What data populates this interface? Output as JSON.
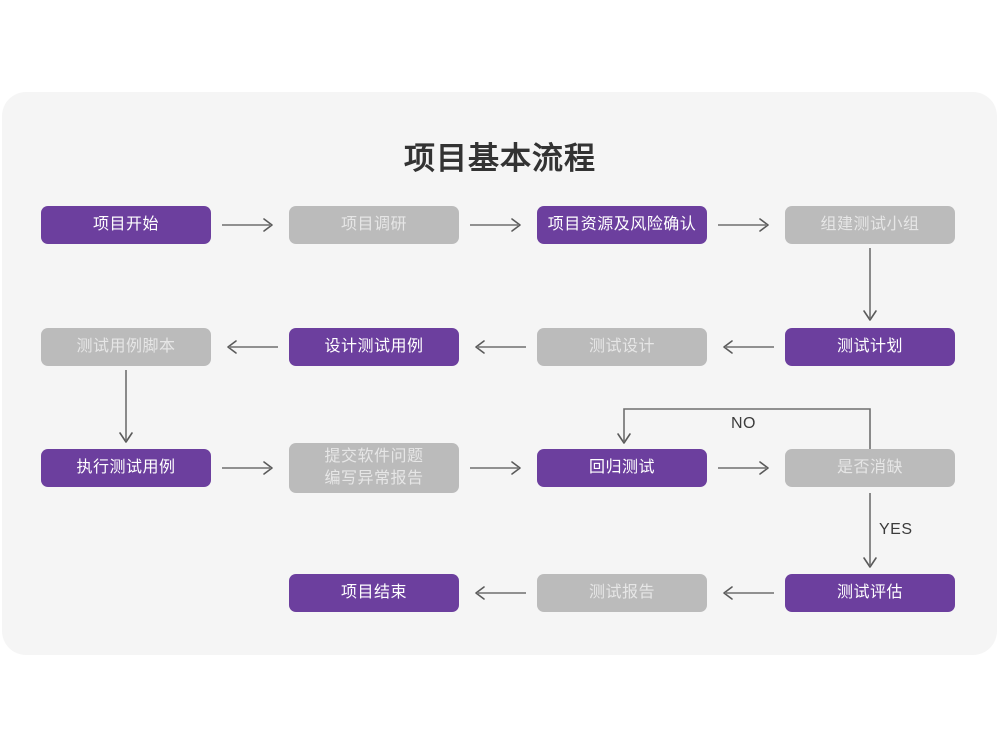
{
  "page": {
    "title": "项目基本流程",
    "background_color": "#ffffff",
    "card_color": "#f5f5f5"
  },
  "colors": {
    "purple": "#6c3f9e",
    "purple_text": "#ffffff",
    "gray": "#bbbbbb",
    "gray_text": "#e6e6e6",
    "line": "#6f6f6f",
    "title_text": "#333333",
    "label_text": "#3c3c3c"
  },
  "chart_data": {
    "type": "diagram",
    "title": "项目基本流程",
    "nodes": [
      {
        "id": "n1",
        "label": "项目开始",
        "style": "purple",
        "row": 1,
        "col": 1
      },
      {
        "id": "n2",
        "label": "项目调研",
        "style": "gray",
        "row": 1,
        "col": 2
      },
      {
        "id": "n3",
        "label": "项目资源及风险确认",
        "style": "purple",
        "row": 1,
        "col": 3
      },
      {
        "id": "n4",
        "label": "组建测试小组",
        "style": "gray",
        "row": 1,
        "col": 4
      },
      {
        "id": "n5",
        "label": "测试用例脚本",
        "style": "gray",
        "row": 2,
        "col": 1
      },
      {
        "id": "n6",
        "label": "设计测试用例",
        "style": "purple",
        "row": 2,
        "col": 2
      },
      {
        "id": "n7",
        "label": "测试设计",
        "style": "gray",
        "row": 2,
        "col": 3
      },
      {
        "id": "n8",
        "label": "测试计划",
        "style": "purple",
        "row": 2,
        "col": 4
      },
      {
        "id": "n9",
        "label": "执行测试用例",
        "style": "purple",
        "row": 3,
        "col": 1
      },
      {
        "id": "n10",
        "label": "提交软件问题\n编写异常报告",
        "style": "gray",
        "row": 3,
        "col": 2
      },
      {
        "id": "n11",
        "label": "回归测试",
        "style": "purple",
        "row": 3,
        "col": 3
      },
      {
        "id": "n12",
        "label": "是否消缺",
        "style": "gray",
        "row": 3,
        "col": 4
      },
      {
        "id": "n13",
        "label": "项目结束",
        "style": "purple",
        "row": 4,
        "col": 2
      },
      {
        "id": "n14",
        "label": "测试报告",
        "style": "gray",
        "row": 4,
        "col": 3
      },
      {
        "id": "n15",
        "label": "测试评估",
        "style": "purple",
        "row": 4,
        "col": 4
      }
    ],
    "edges": [
      {
        "from": "n1",
        "to": "n2",
        "dir": "right",
        "label": ""
      },
      {
        "from": "n2",
        "to": "n3",
        "dir": "right",
        "label": ""
      },
      {
        "from": "n3",
        "to": "n4",
        "dir": "right",
        "label": ""
      },
      {
        "from": "n4",
        "to": "n8",
        "dir": "down",
        "label": ""
      },
      {
        "from": "n8",
        "to": "n7",
        "dir": "left",
        "label": ""
      },
      {
        "from": "n7",
        "to": "n6",
        "dir": "left",
        "label": ""
      },
      {
        "from": "n6",
        "to": "n5",
        "dir": "left",
        "label": ""
      },
      {
        "from": "n5",
        "to": "n9",
        "dir": "down",
        "label": ""
      },
      {
        "from": "n9",
        "to": "n10",
        "dir": "right",
        "label": ""
      },
      {
        "from": "n10",
        "to": "n11",
        "dir": "right",
        "label": ""
      },
      {
        "from": "n11",
        "to": "n12",
        "dir": "right",
        "label": ""
      },
      {
        "from": "n12",
        "to": "n11",
        "dir": "loop-up",
        "label": "NO"
      },
      {
        "from": "n12",
        "to": "n15",
        "dir": "down",
        "label": "YES"
      },
      {
        "from": "n15",
        "to": "n14",
        "dir": "left",
        "label": ""
      },
      {
        "from": "n14",
        "to": "n13",
        "dir": "left",
        "label": ""
      }
    ],
    "edge_labels": {
      "no": "NO",
      "yes": "YES"
    }
  }
}
